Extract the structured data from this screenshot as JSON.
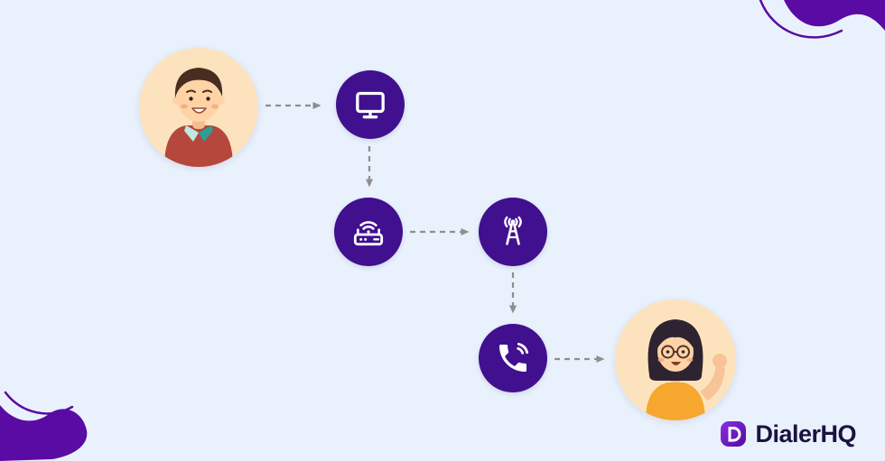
{
  "page": {
    "background": "#e9f1fc"
  },
  "colors": {
    "page_bg": "#e9f1fc",
    "node_circle": "#40108f",
    "arrow": "#8e8e8e",
    "avatar_bg": "#fde3bd",
    "decor": "#5a0ba3",
    "logo_text": "#1c1240"
  },
  "diagram": {
    "nodes": [
      {
        "id": "avatar-caller",
        "kind": "illustration",
        "icon": "caller-person-illustration"
      },
      {
        "id": "node-computer",
        "kind": "icon-circle",
        "icon": "monitor-icon"
      },
      {
        "id": "node-router",
        "kind": "icon-circle",
        "icon": "router-icon"
      },
      {
        "id": "node-tower",
        "kind": "icon-circle",
        "icon": "cell-tower-icon"
      },
      {
        "id": "node-phone",
        "kind": "icon-circle",
        "icon": "phone-call-icon"
      },
      {
        "id": "avatar-receiver",
        "kind": "illustration",
        "icon": "receiver-person-illustration"
      }
    ],
    "arrows": [
      {
        "from": "avatar-caller",
        "to": "node-computer",
        "direction": "right",
        "style": "dashed"
      },
      {
        "from": "node-computer",
        "to": "node-router",
        "direction": "down",
        "style": "dashed"
      },
      {
        "from": "node-router",
        "to": "node-tower",
        "direction": "right",
        "style": "dashed"
      },
      {
        "from": "node-tower",
        "to": "node-phone",
        "direction": "down",
        "style": "dashed"
      },
      {
        "from": "node-phone",
        "to": "avatar-receiver",
        "direction": "right",
        "style": "dashed"
      }
    ]
  },
  "logo": {
    "text": "DialerHQ"
  }
}
